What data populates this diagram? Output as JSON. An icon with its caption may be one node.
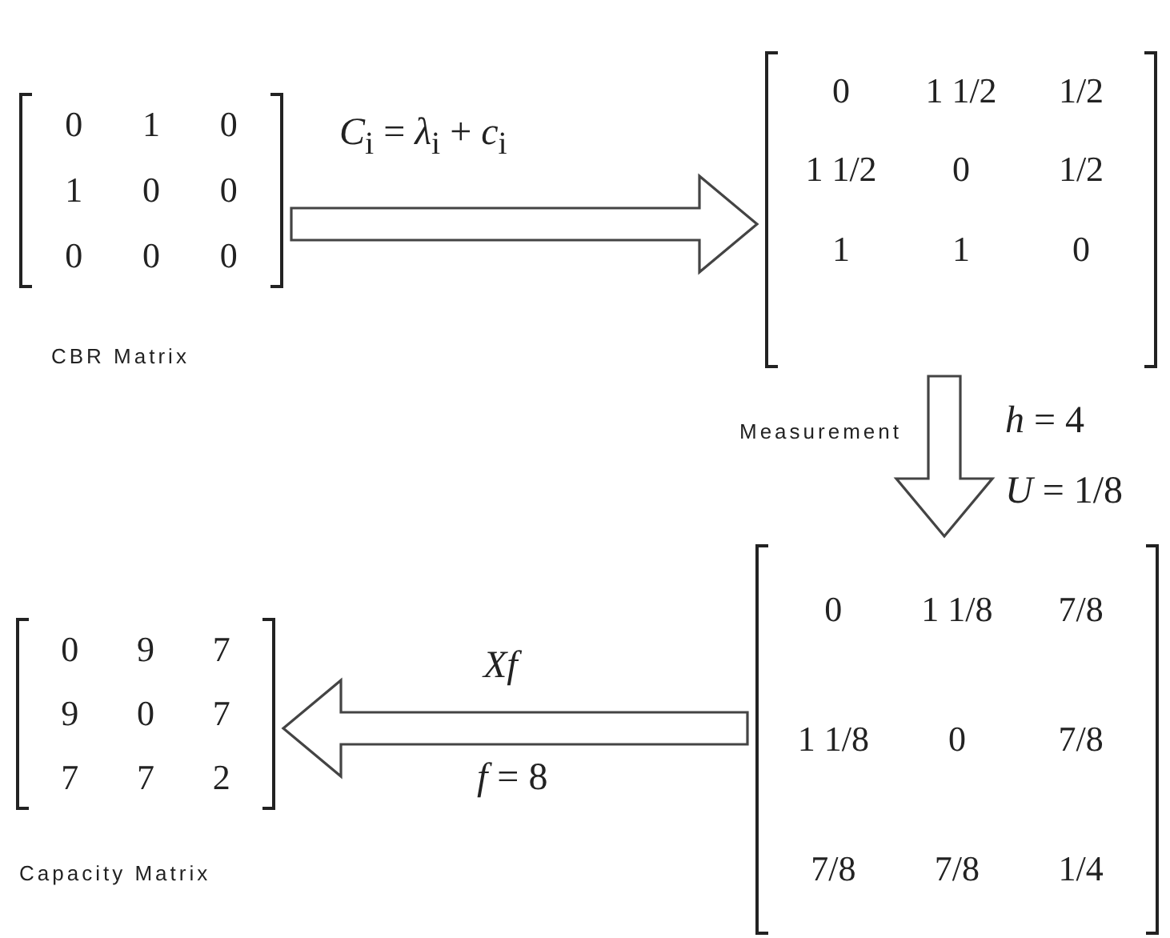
{
  "diagram": {
    "nodes": [
      {
        "text": [
          "0",
          "1",
          "0",
          "1",
          "0",
          "0",
          "0",
          "0",
          "0"
        ],
        "beside": [
          "CBR Matrix"
        ]
      },
      {
        "text": [
          "0",
          "1 1/2",
          "1/2",
          "1 1/2",
          "0",
          "1/2",
          "1",
          "1",
          "0"
        ]
      },
      {
        "text": [
          "0",
          "1 1/8",
          "7/8",
          "1 1/8",
          "0",
          "7/8",
          "7/8",
          "7/8",
          "1/4"
        ]
      },
      {
        "text": [
          "0",
          "9",
          "7",
          "9",
          "0",
          "7",
          "7",
          "7",
          "2"
        ],
        "beside": [
          "Capacity Matrix"
        ]
      }
    ],
    "edges": [
      {
        "from": 0,
        "to": 1,
        "arrow": "to",
        "label": "*C*$_{i}$ = *λ*$_{i}$ + *c*$_{i}$"
      },
      {
        "from": 1,
        "to": 2,
        "arrow": "to",
        "label": "Measurement"
      },
      {
        "from": 2,
        "to": 3,
        "arrow": "to",
        "label": "Xf"
      }
    ],
    "labels": [
      "*h* = 4",
      "*U* = 1/8",
      "*f* = 8"
    ]
  }
}
